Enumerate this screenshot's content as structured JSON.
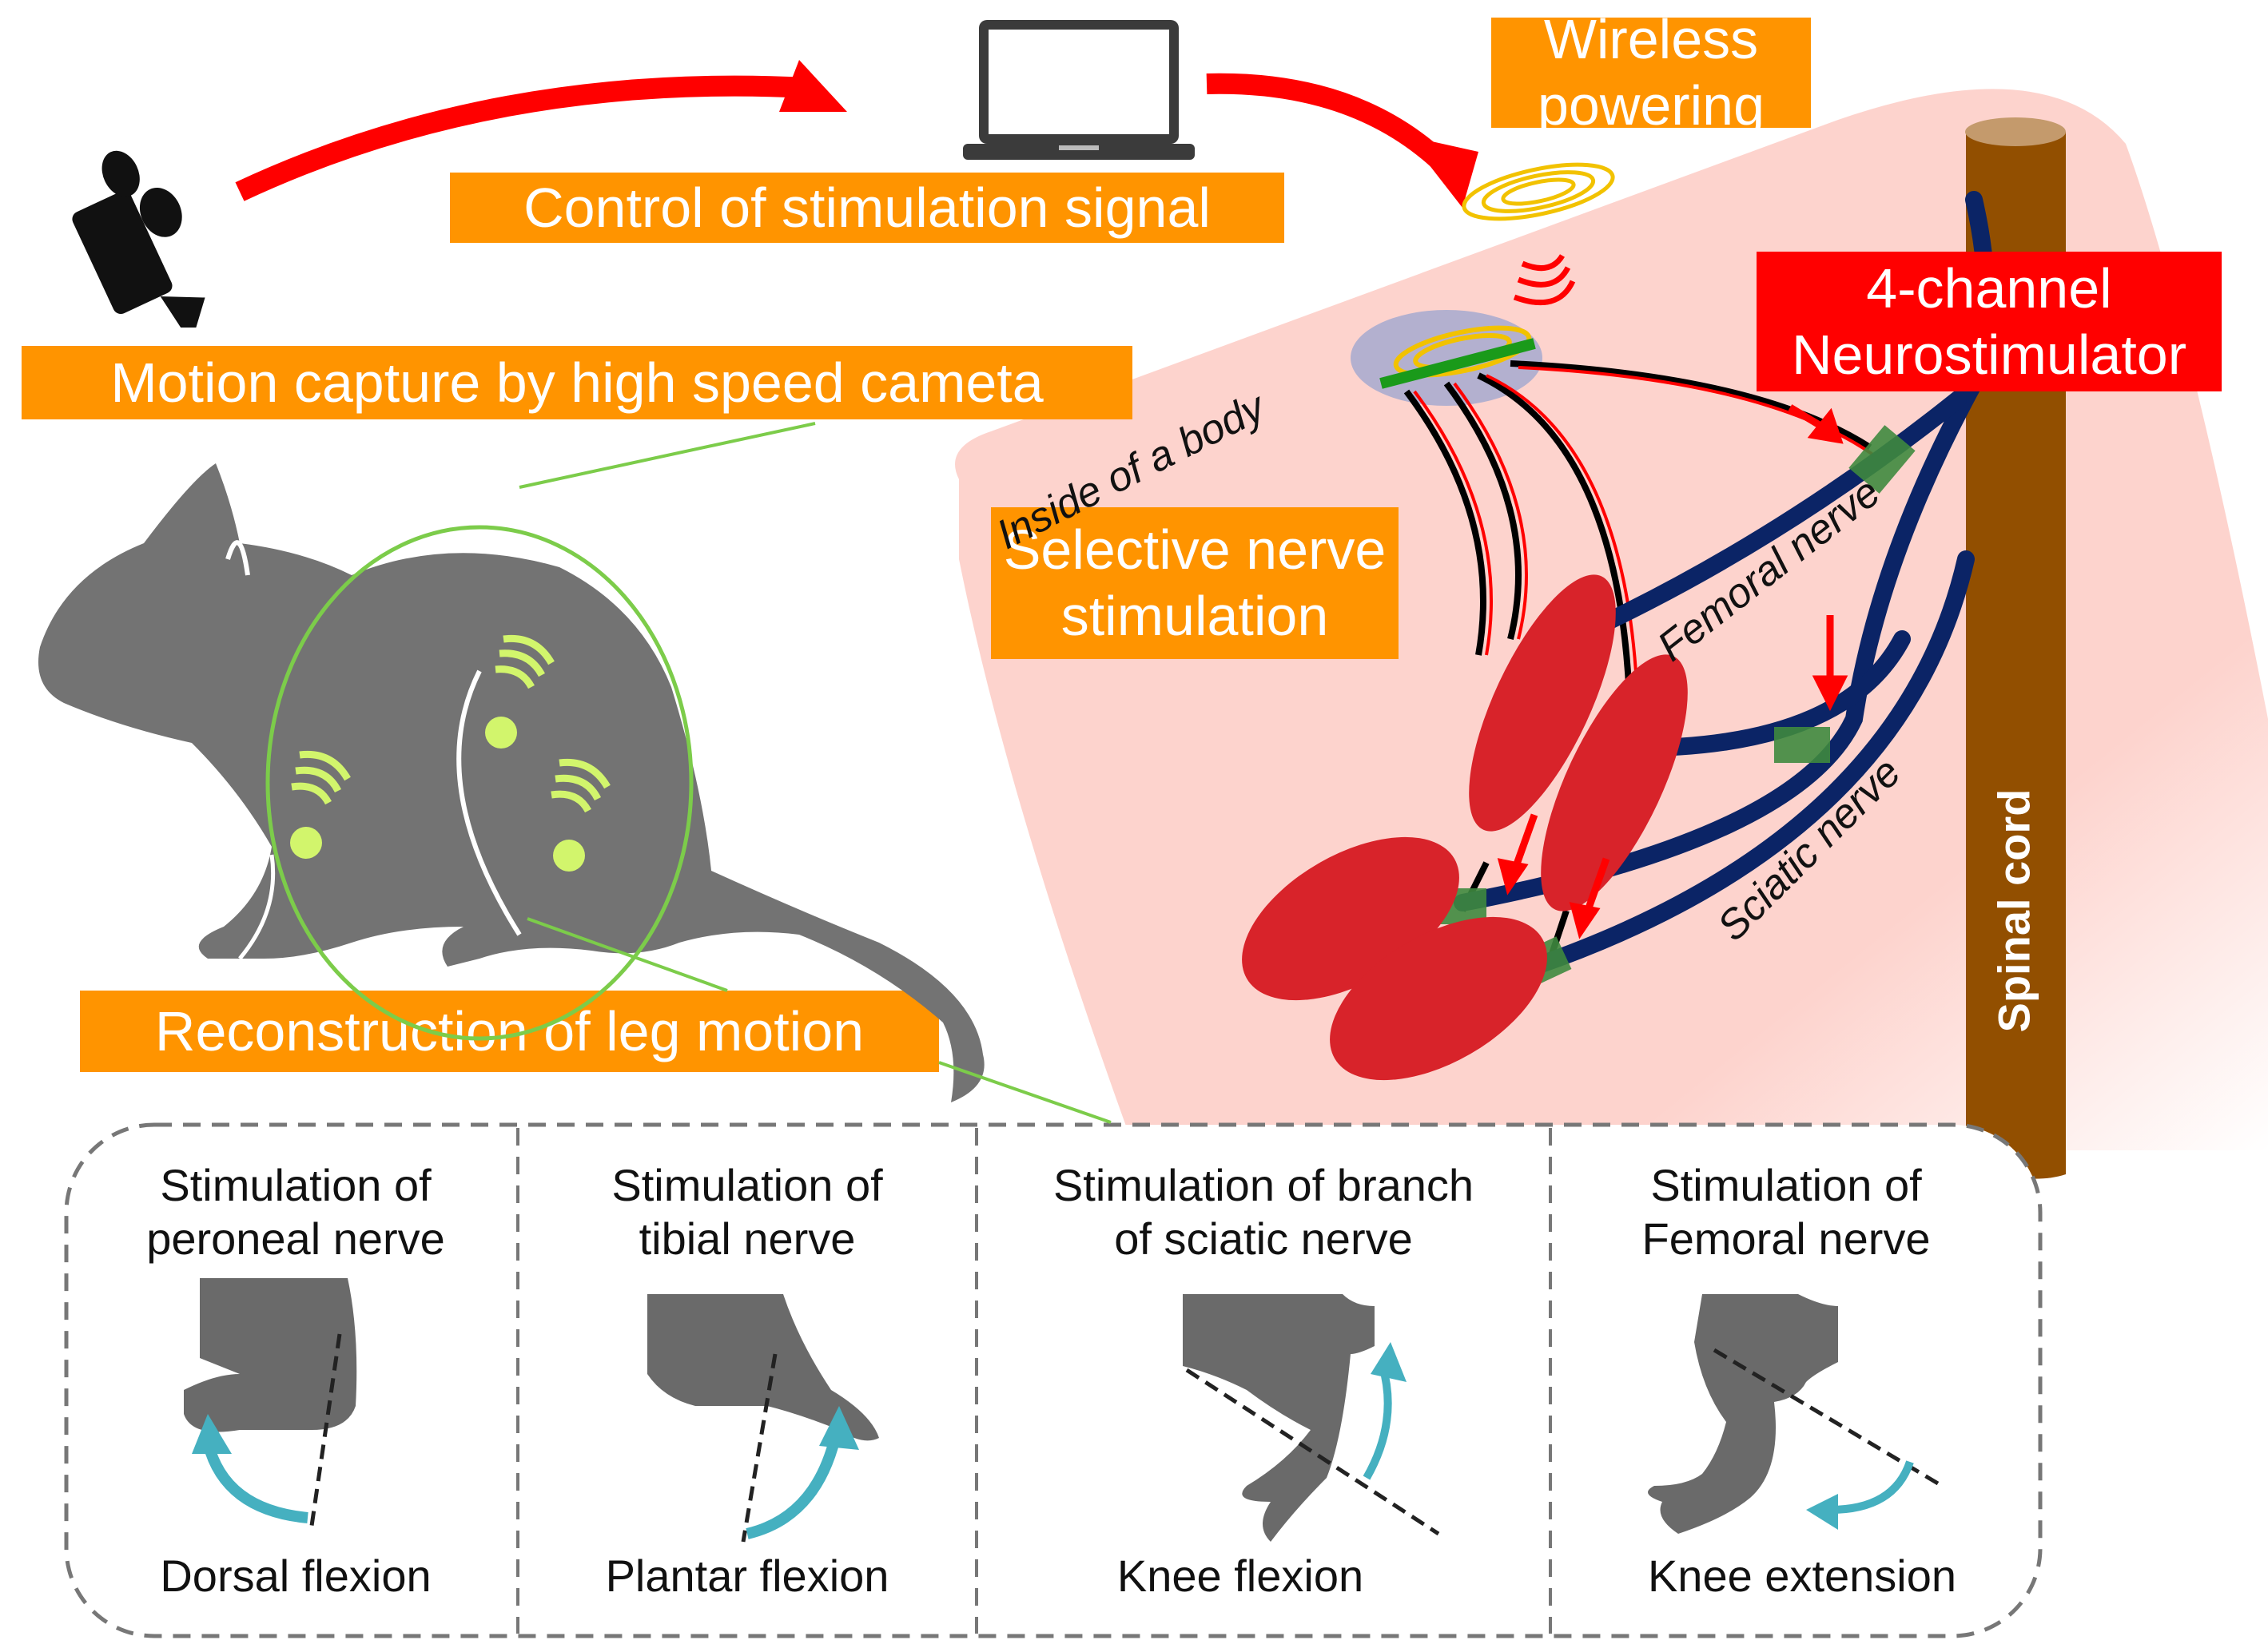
{
  "labels": {
    "control": "Control of stimulation signal",
    "wireless_line1": "Wireless",
    "wireless_line2": "powering",
    "motion_capture": "Motion capture by high speed cameta",
    "neurostim_line1": "4-channel",
    "neurostim_line2": "Neurostimulator",
    "selective_line1": "Selective nerve",
    "selective_line2": "stimulation",
    "reconstruction": "Reconstruction of leg motion",
    "inside_body": "Inside of a body",
    "femoral_nerve": "Femoral nerve",
    "sciatic_nerve": "Sciatic nerve",
    "spinal_cord": "Spinal cord"
  },
  "icons": {
    "camera": "movie-camera-icon",
    "laptop": "laptop-icon",
    "coil": "wireless-coil-icon",
    "rat": "rat-silhouette"
  },
  "panels": [
    {
      "title_line1": "Stimulation of",
      "title_line2": "peroneal nerve",
      "caption": "Dorsal flexion"
    },
    {
      "title_line1": "Stimulation of",
      "title_line2": "tibial nerve",
      "caption": "Plantar flexion"
    },
    {
      "title_line1": "Stimulation of branch",
      "title_line2": "of sciatic nerve",
      "caption": "Knee flexion"
    },
    {
      "title_line1": "Stimulation of",
      "title_line2": "Femoral nerve",
      "caption": "Knee extension"
    }
  ],
  "colors": {
    "label_orange": "#ff9400",
    "label_red": "#ff0000",
    "arrow_red": "#ff0000",
    "body_pink": "#fdd5cf",
    "nerve_navy": "#0b2466",
    "spinal_brown": "#924f00",
    "muscle_red": "#d8232a",
    "marker_green": "#d2f56c",
    "electrode_green": "#3f8a3f",
    "flex_arrow_teal": "#45b0c0",
    "rat_gray": "#737373"
  }
}
